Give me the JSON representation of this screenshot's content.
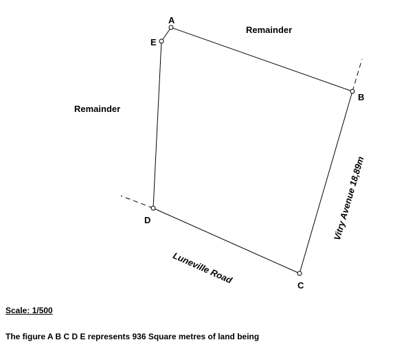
{
  "points": {
    "a": "A",
    "b": "B",
    "c": "C",
    "d": "D",
    "e": "E"
  },
  "areas": {
    "remainder_top": "Remainder",
    "remainder_left": "Remainder"
  },
  "roads": {
    "vitry": "Vitry Avenue 18,89m",
    "luneville": "Luneville Road"
  },
  "footer": {
    "scale": "Scale: 1/500",
    "description": "The figure A B C D E  represents 936 Square metres of land being"
  },
  "colors": {
    "line": "#000000",
    "background": "#ffffff"
  }
}
